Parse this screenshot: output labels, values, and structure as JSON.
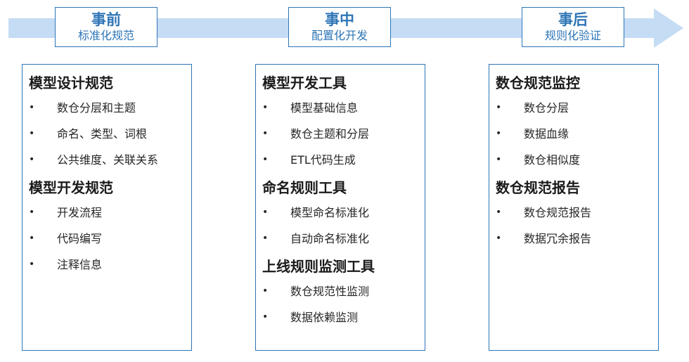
{
  "colors": {
    "arrow": "#c5dcf5",
    "border": "#2e75b6",
    "phase_text": "#2e75b6",
    "title_text": "#1a1a1a",
    "item_text": "#262626"
  },
  "phases": [
    {
      "title": "事前",
      "subtitle": "标准化规范"
    },
    {
      "title": "事中",
      "subtitle": "配置化开发"
    },
    {
      "title": "事后",
      "subtitle": "规则化验证"
    }
  ],
  "columns": [
    {
      "sections": [
        {
          "title": "模型设计规范",
          "items": [
            "数仓分层和主题",
            "命名、类型、词根",
            "公共维度、关联关系"
          ]
        },
        {
          "title": "模型开发规范",
          "items": [
            "开发流程",
            "代码编写",
            "注释信息"
          ]
        }
      ]
    },
    {
      "sections": [
        {
          "title": "模型开发工具",
          "items": [
            "模型基础信息",
            "数仓主题和分层",
            "ETL代码生成"
          ]
        },
        {
          "title": "命名规则工具",
          "items": [
            "模型命名标准化",
            "自动命名标准化"
          ]
        },
        {
          "title": "上线规则监测工具",
          "items": [
            "数仓规范性监测",
            "数据依赖监测"
          ]
        }
      ]
    },
    {
      "sections": [
        {
          "title": "数仓规范监控",
          "items": [
            "数仓分层",
            "数据血缘",
            "数仓相似度"
          ]
        },
        {
          "title": "数仓规范报告",
          "items": [
            "数仓规范报告",
            "数据冗余报告"
          ]
        }
      ]
    }
  ]
}
